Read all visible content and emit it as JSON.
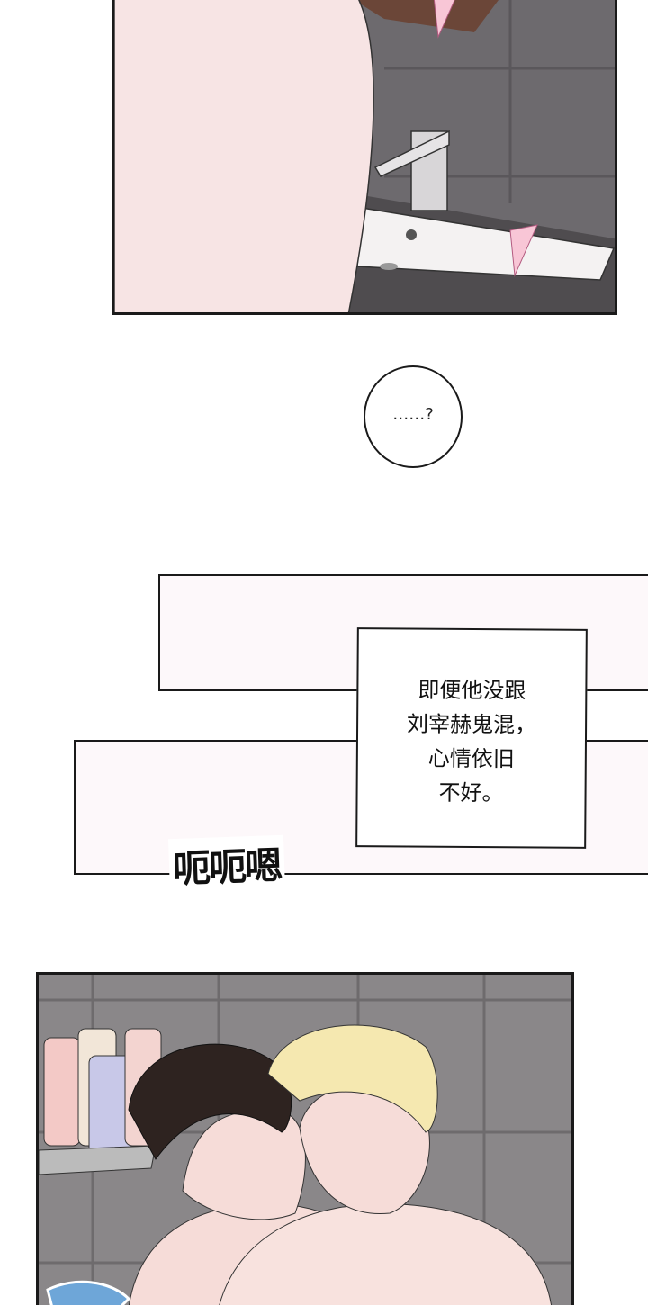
{
  "panels": [
    {
      "id": "bathroom-sink",
      "colors": {
        "wall": "#6d6a6e",
        "skin": "#f7e4e4",
        "sink": "#f4f2f2"
      }
    },
    {
      "id": "narration-frames",
      "colors": {
        "frame_fill": "#fdf8fa",
        "border": "#1a1a1a"
      }
    },
    {
      "id": "shower-kiss",
      "colors": {
        "wall": "#8a8789",
        "dark_hair": "#2e2320",
        "blond_hair": "#f5e8b0",
        "skin": "#f6dcd8"
      }
    }
  ],
  "speech_bubble": {
    "text": "……?"
  },
  "narration": {
    "lines": [
      "即便他没跟",
      "刘宰赫鬼混，",
      "心情依旧",
      "不好。"
    ]
  },
  "sound_effect": {
    "text": "呃呃嗯"
  }
}
